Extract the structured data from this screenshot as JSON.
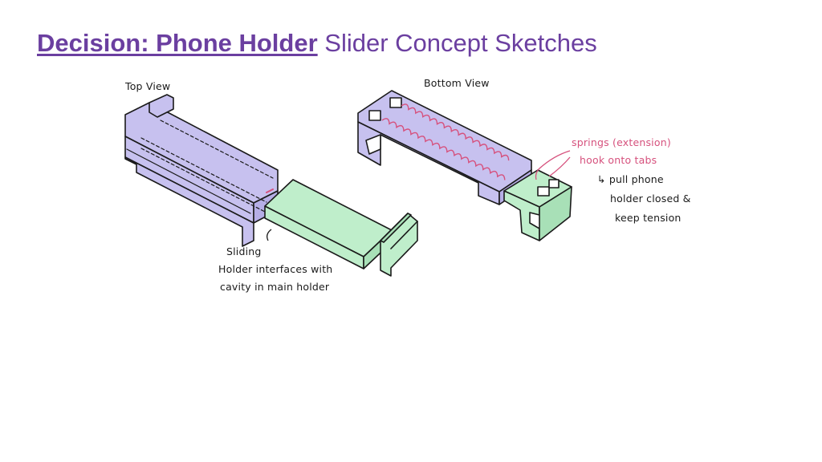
{
  "slide": {
    "title_bold": "Decision: Phone Holder",
    "title_rest": " Slider Concept Sketches"
  },
  "labels": {
    "top_view": "Top View",
    "bottom_view": "Bottom View",
    "sliding_line1": "Sliding",
    "sliding_line2": "Holder interfaces with",
    "sliding_line3": "cavity in main holder",
    "springs_line1": "springs (extension)",
    "springs_line2": "hook onto tabs",
    "pull_line1": "↳ pull phone",
    "pull_line2": "holder closed &",
    "pull_line3": "keep tension"
  },
  "colors": {
    "title": "#6b3fa0",
    "main_holder": "#c7c1ef",
    "slider": "#bfeecb",
    "spring": "#d6517d",
    "ink": "#1a1a1a"
  }
}
